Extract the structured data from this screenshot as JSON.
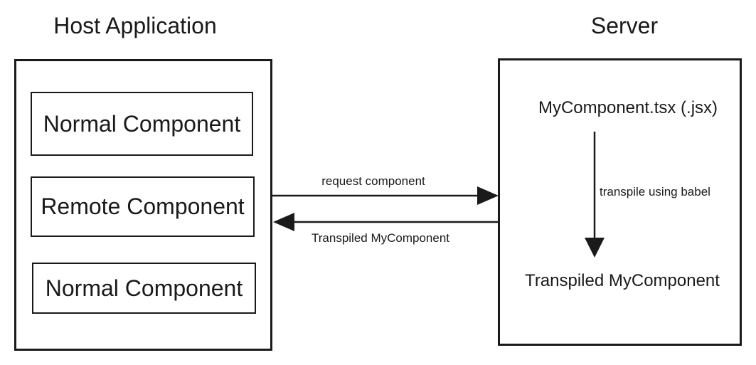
{
  "diagram": {
    "host": {
      "title": "Host Application",
      "components": [
        {
          "label": "Normal Component"
        },
        {
          "label": "Remote Component"
        },
        {
          "label": "Normal Component"
        }
      ]
    },
    "server": {
      "title": "Server",
      "source_node": "MyComponent.tsx (.jsx)",
      "result_node": "Transpiled MyComponent",
      "transpile_arrow_label": "transpile using babel"
    },
    "connections": {
      "request_arrow_label": "request component",
      "response_arrow_label": "Transpiled MyComponent"
    },
    "colors": {
      "stroke": "#1a1a1a",
      "text": "#1a1a1a",
      "background": "#ffffff"
    }
  }
}
